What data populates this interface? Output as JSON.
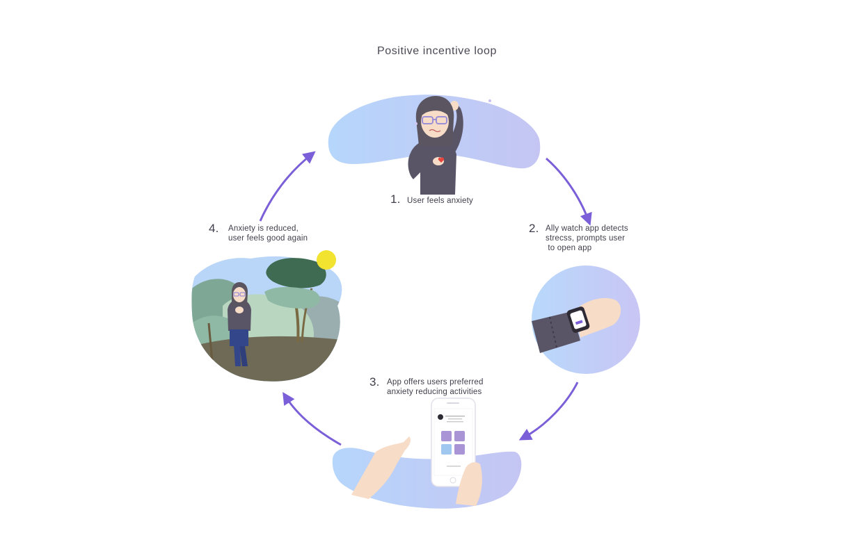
{
  "title": "Positive incentive loop",
  "steps": [
    {
      "number": "1.",
      "lines": [
        "User feels anxiety"
      ]
    },
    {
      "number": "2.",
      "lines": [
        "Ally watch app detects",
        "strecss, prompts user",
        " to open app"
      ]
    },
    {
      "number": "3.",
      "lines": [
        "App offers users preferred",
        "anxiety reducing activities"
      ]
    },
    {
      "number": "4.",
      "lines": [
        "Anxiety is reduced,",
        "user feels good again"
      ]
    }
  ],
  "colors": {
    "arrow": "#7a5fd8",
    "blob_light": "#b6d6fb",
    "blob_dark": "#c3c3f3",
    "sweater": "#5a5566",
    "hair": "#5a5560",
    "skin": "#f7dcc8",
    "sun": "#f3e331",
    "ground": "#6f6a55",
    "tree_dark": "#3f6b52",
    "tree_light": "#8fb9a4",
    "bush": "#b9d7c0",
    "tile_purple": "#a995d6",
    "tile_blue": "#9fc7ef"
  },
  "icons": [
    "clockwise-arrow-icon"
  ]
}
